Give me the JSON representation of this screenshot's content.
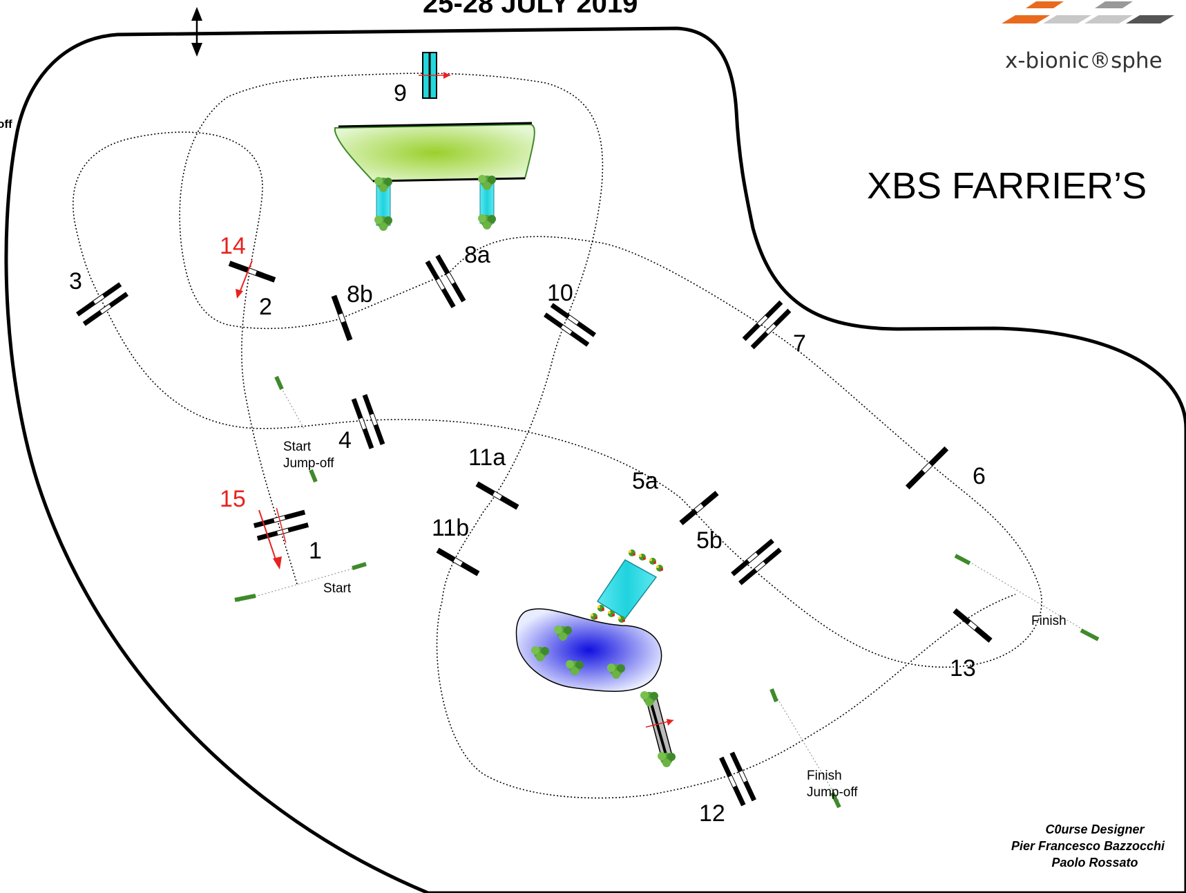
{
  "header": {
    "dates": "25-28 JULY 2019",
    "title": "XBS FARRIER’S",
    "brand": "x-bionic®sphe",
    "cut_label": "off"
  },
  "credits": {
    "line1": "C0urse Designer",
    "line2": "Pier Francesco Bazzocchi",
    "line3": "Paolo Rossato"
  },
  "obstacles": {
    "o1": "1",
    "o2": "2",
    "o3": "3",
    "o4": "4",
    "o5a": "5a",
    "o5b": "5b",
    "o6": "6",
    "o7": "7",
    "o8a": "8a",
    "o8b": "8b",
    "o9": "9",
    "o10": "10",
    "o11a": "11a",
    "o11b": "11b",
    "o12": "12",
    "o13": "13",
    "o14": "14",
    "o15": "15"
  },
  "markers": {
    "start": "Start",
    "start_jumpoff_1": "Start",
    "start_jumpoff_2": "Jump-off",
    "finish": "Finish",
    "finish_jumpoff_1": "Finish",
    "finish_jumpoff_2": "Jump-off"
  },
  "colors": {
    "jumpoff_numbers": "#e8221e",
    "water_fence": "#22d8dd",
    "pond": "#1a1ae6",
    "bank": "#9ad02c"
  }
}
